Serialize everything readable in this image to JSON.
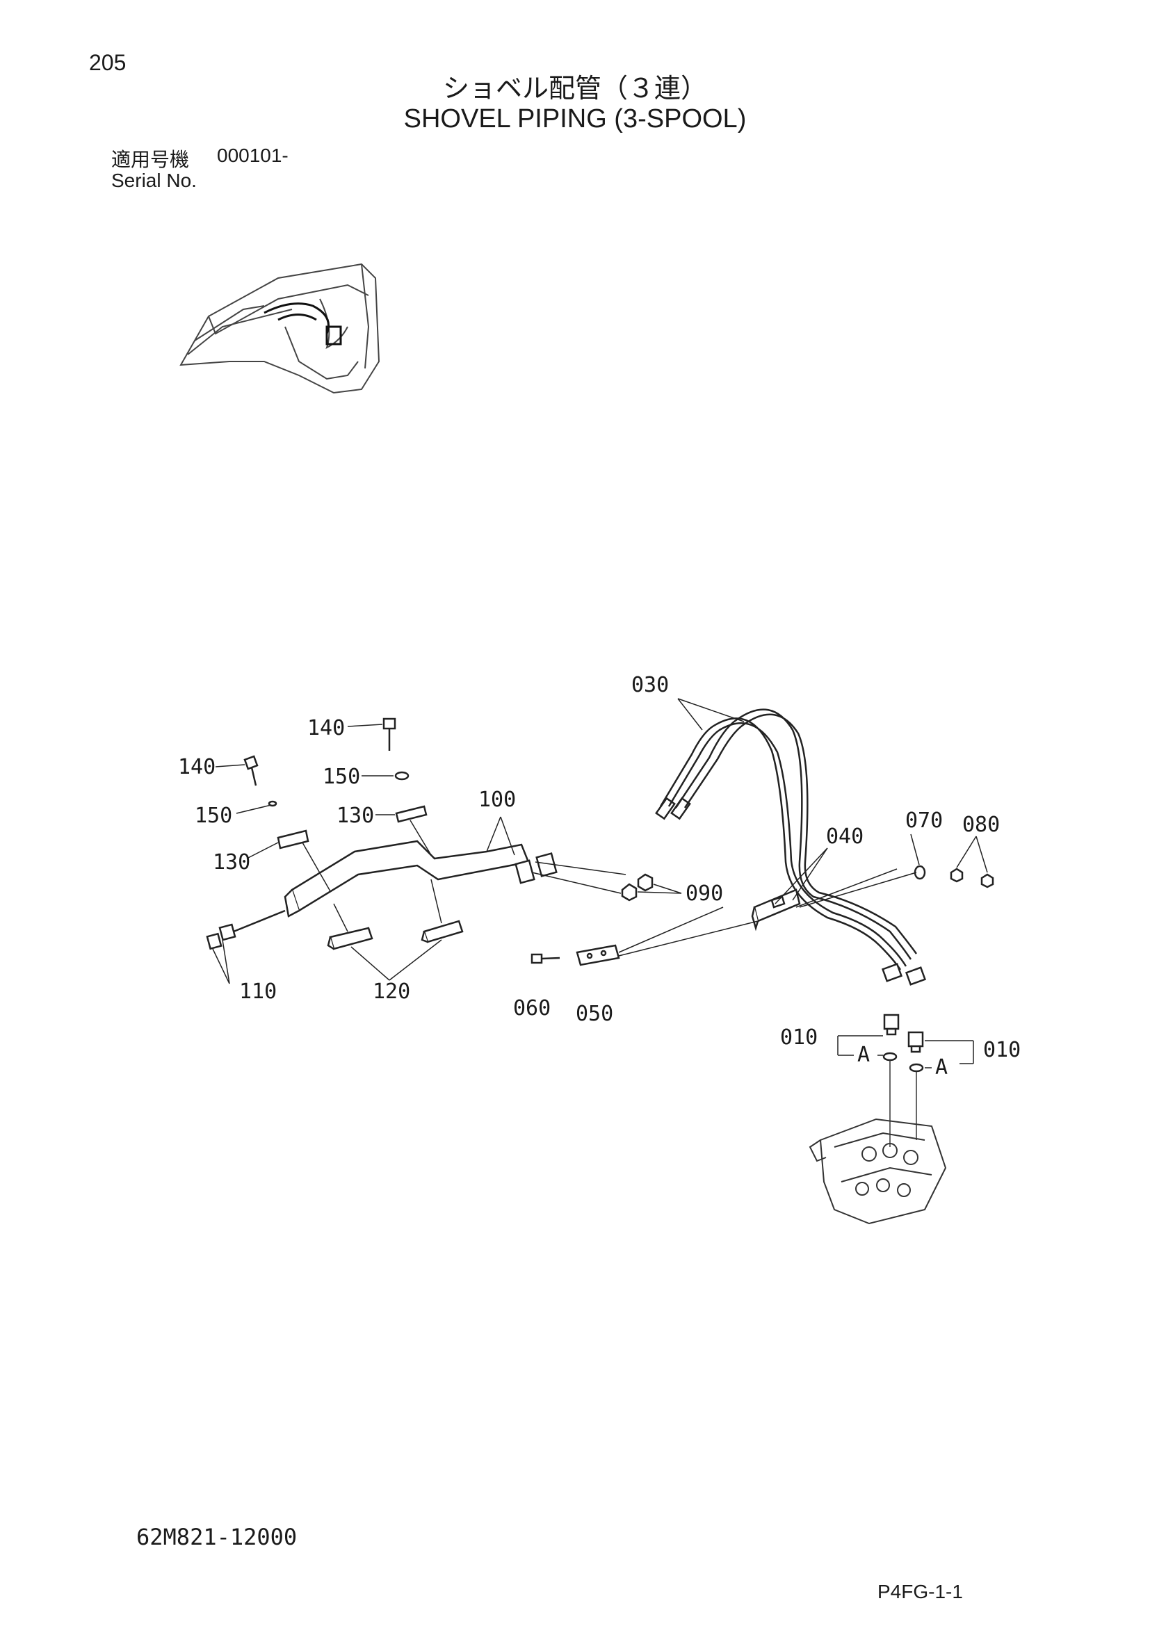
{
  "header": {
    "page_number": "205",
    "title_jp": "ショベル配管（３連）",
    "title_en": "SHOVEL PIPING (3-SPOOL)",
    "serial_label_jp": "適用号機",
    "serial_value": "000101-",
    "serial_label_en": "Serial No."
  },
  "callouts": {
    "p010_left": "010",
    "p010_right": "010",
    "p030": "030",
    "p040": "040",
    "p050": "050",
    "p060": "060",
    "p070": "070",
    "p080": "080",
    "p090": "090",
    "p100": "100",
    "p110": "110",
    "p120": "120",
    "p130_a": "130",
    "p130_b": "130",
    "p140_a": "140",
    "p140_b": "140",
    "p150_a": "150",
    "p150_b": "150",
    "detail_a_left": "A",
    "detail_a_right": "A"
  },
  "footer": {
    "drawing_code": "62M821-12000",
    "page_code": "P4FG-1-1"
  }
}
